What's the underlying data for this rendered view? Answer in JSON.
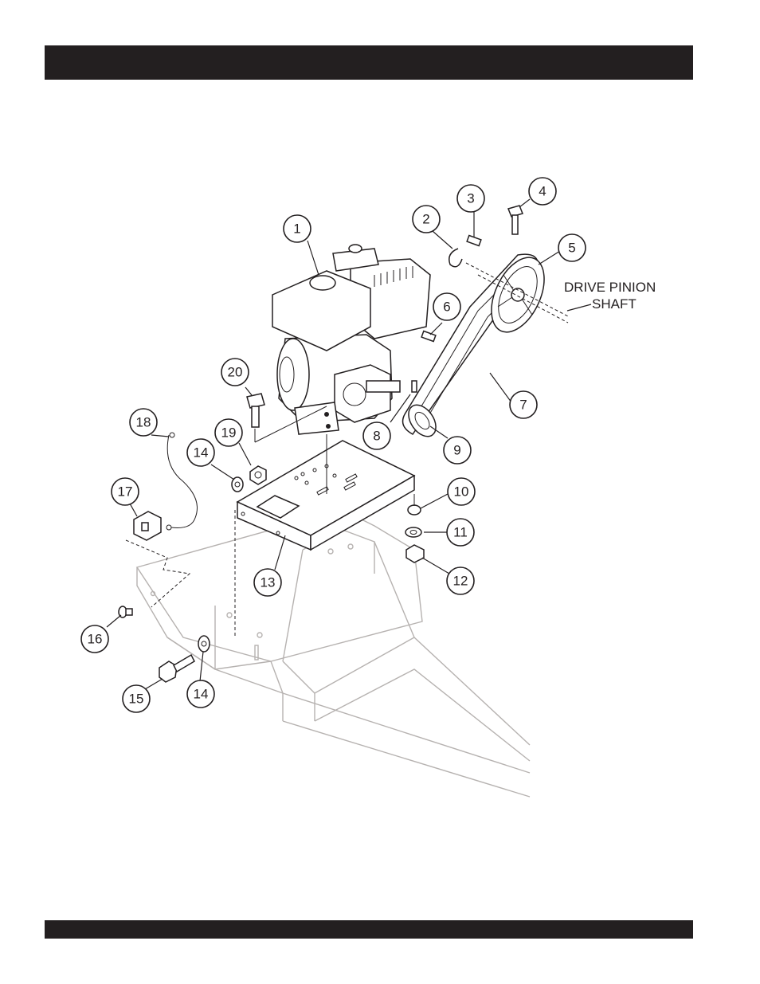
{
  "header_bar": {
    "color": "#231f20"
  },
  "footer_bar": {
    "color": "#231f20"
  },
  "diagram": {
    "drive_label_line1": "DRIVE PINION",
    "drive_label_line2": "SHAFT",
    "callouts": [
      "1",
      "2",
      "3",
      "4",
      "5",
      "6",
      "7",
      "8",
      "9",
      "10",
      "11",
      "12",
      "13",
      "14",
      "14",
      "15",
      "16",
      "17",
      "18",
      "19",
      "20"
    ]
  }
}
